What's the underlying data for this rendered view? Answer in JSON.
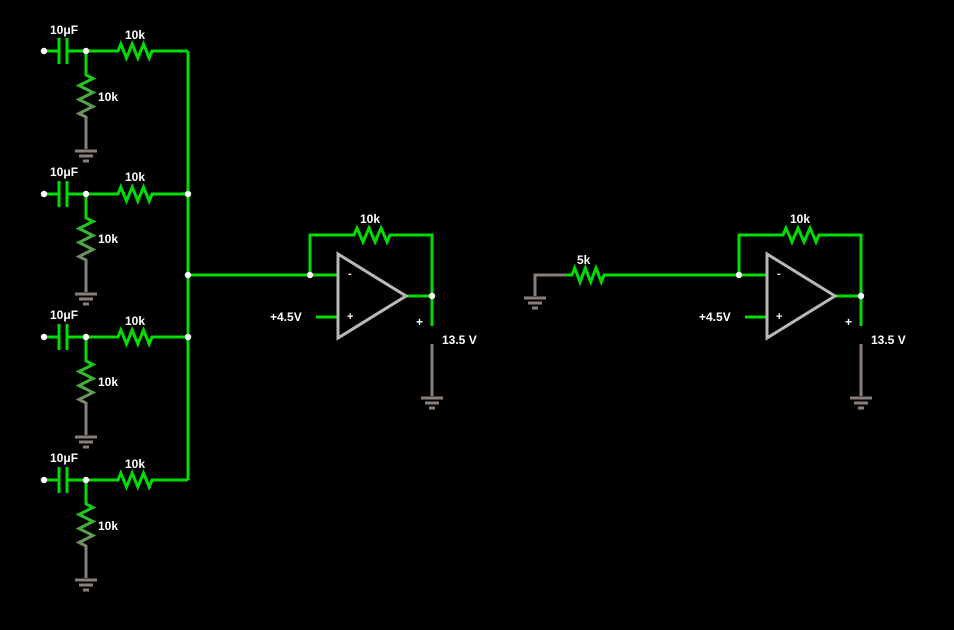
{
  "colors": {
    "background": "#000000",
    "active_wire": "#00dd00",
    "inactive_wire": "#8a7f78",
    "component": "#b8b8b8",
    "node": "#ffffff",
    "label": "#ffffff"
  },
  "mixer": {
    "channels": [
      {
        "cap_label": "10μF",
        "series_res_label": "10k",
        "shunt_res_label": "10k"
      },
      {
        "cap_label": "10μF",
        "series_res_label": "10k",
        "shunt_res_label": "10k"
      },
      {
        "cap_label": "10μF",
        "series_res_label": "10k",
        "shunt_res_label": "10k"
      },
      {
        "cap_label": "10μF",
        "series_res_label": "10k",
        "shunt_res_label": "10k"
      }
    ]
  },
  "opamp1": {
    "feedback_res_label": "10k",
    "minus_sign": "-",
    "plus_sign": "+",
    "ref_voltage_label": "+4.5V",
    "output_polarity": "+",
    "output_voltage_label": "13.5 V"
  },
  "opamp2": {
    "input_res_label": "5k",
    "feedback_res_label": "10k",
    "minus_sign": "-",
    "plus_sign": "+",
    "ref_voltage_label": "+4.5V",
    "output_polarity": "+",
    "output_voltage_label": "13.5 V"
  }
}
